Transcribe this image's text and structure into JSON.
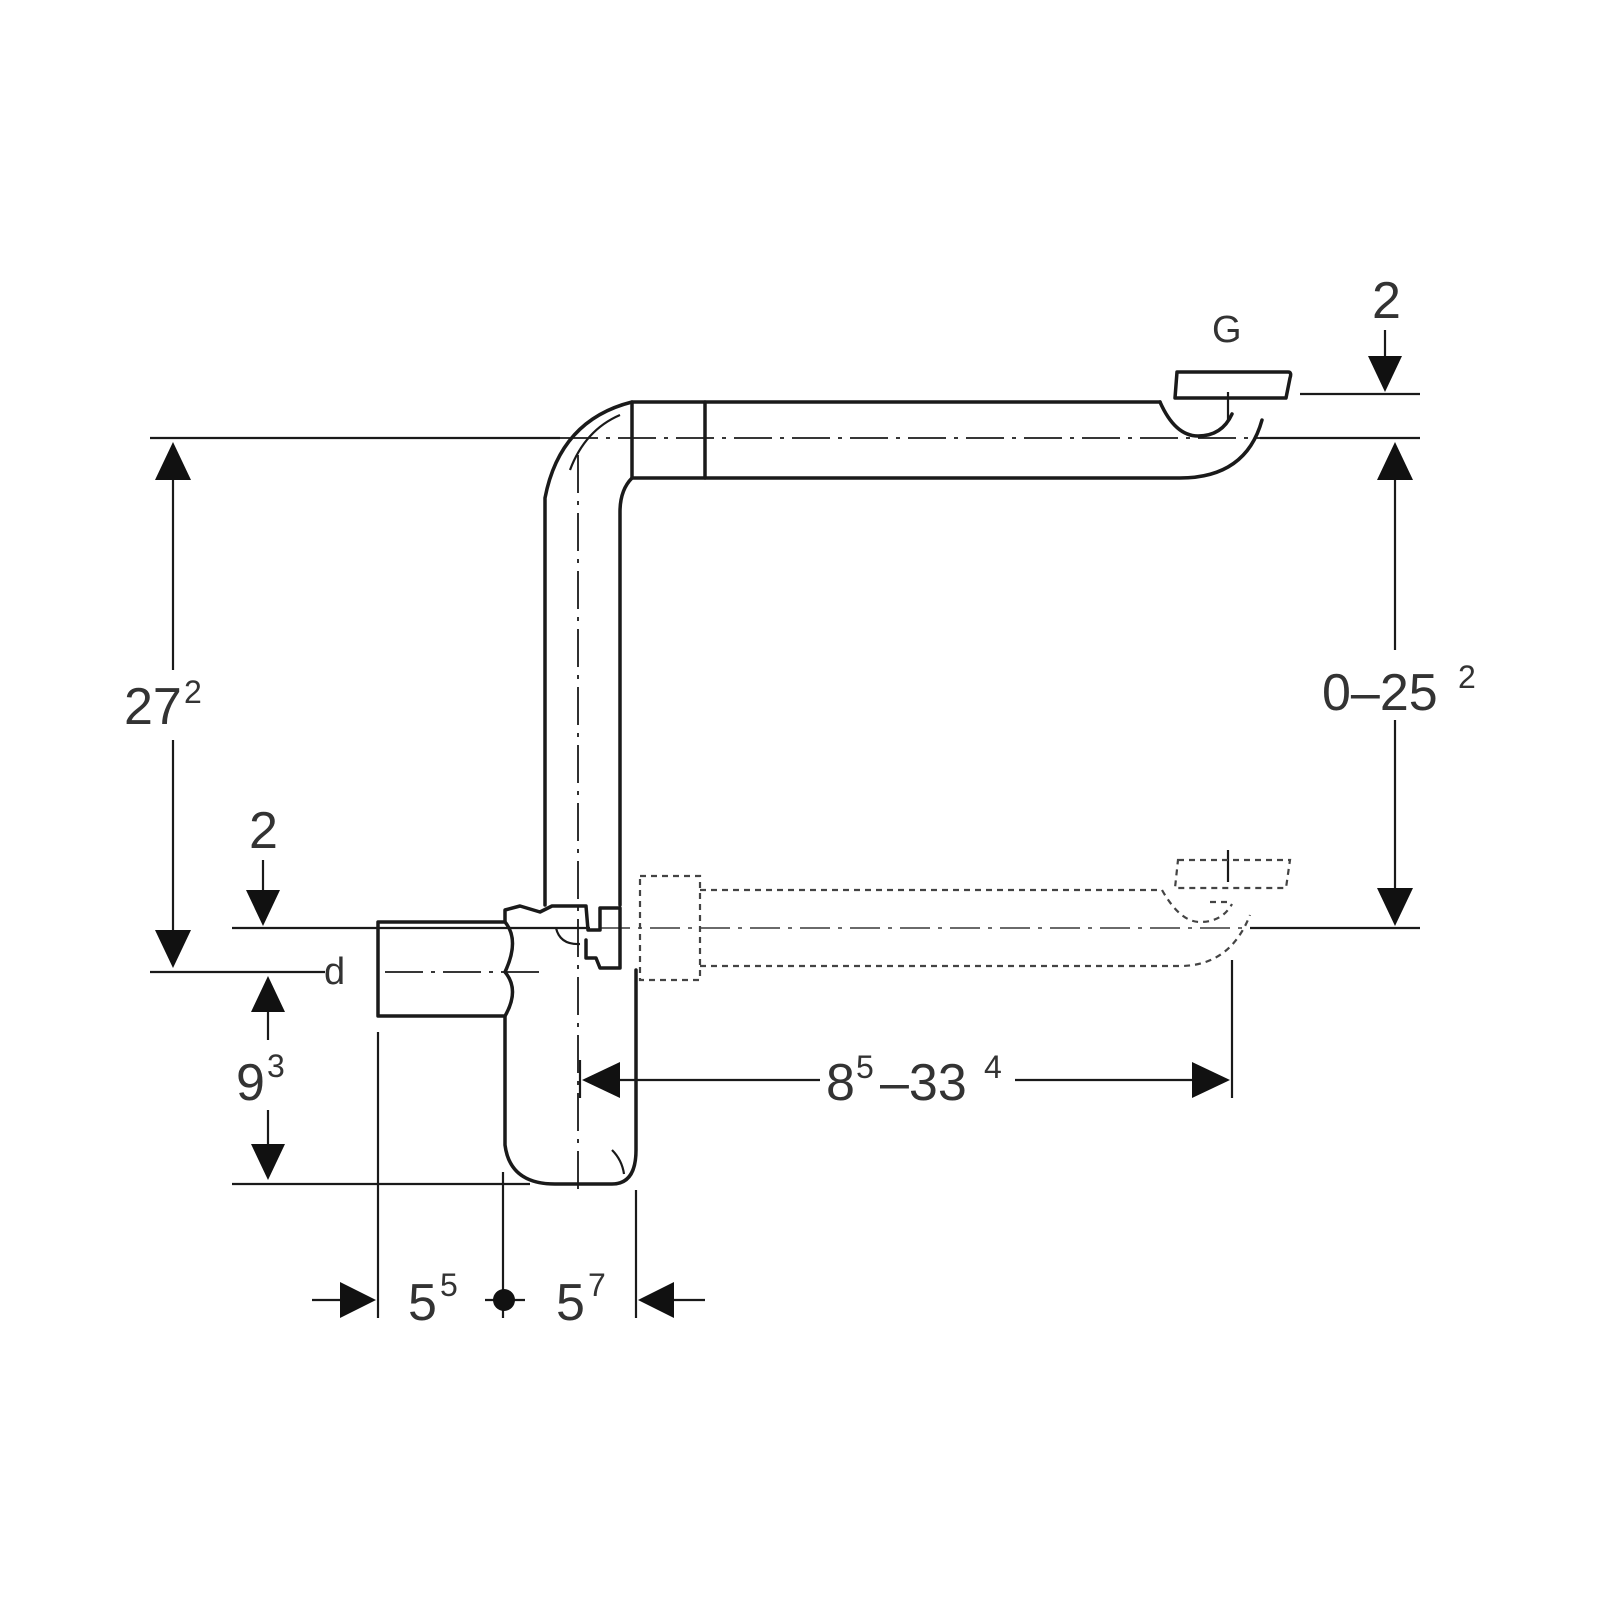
{
  "labels": {
    "G": "G",
    "d": "d",
    "top_gap": "2",
    "left_gap": "2",
    "height_main": "27",
    "height_main_sup": "2",
    "adjust_height": "0–25",
    "adjust_height_sup": "2",
    "trap_depth": "9",
    "trap_depth_sup": "3",
    "reach_base": "8",
    "reach_base_sup": "5",
    "reach_sep": "–33",
    "reach_max_sup": "4",
    "left_width": "5",
    "left_width_sup": "5",
    "right_width": "5",
    "right_width_sup": "7"
  }
}
